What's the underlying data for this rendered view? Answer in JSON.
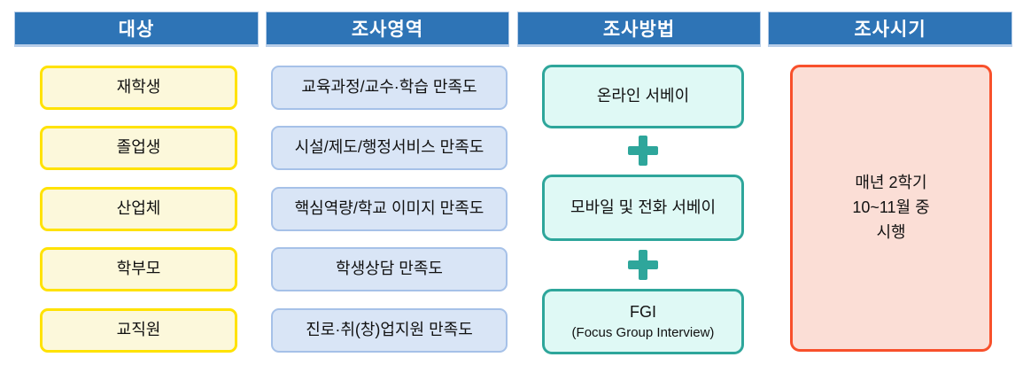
{
  "colors": {
    "header_bg": "#2E74B6",
    "header_text": "#FFFFFF",
    "target_fill": "#FCF8DB",
    "target_border": "#FFE200",
    "area_fill": "#D9E5F6",
    "area_border": "#A6C1E8",
    "method_fill": "#DFF9F5",
    "method_border": "#2EA69B",
    "plus_color": "#2EA69B",
    "timing_fill": "#FBDED6",
    "timing_border": "#F8502B",
    "body_text": "#111111"
  },
  "columns": [
    {
      "header": "대상",
      "items": [
        "재학생",
        "졸업생",
        "산업체",
        "학부모",
        "교직원"
      ]
    },
    {
      "header": "조사영역",
      "items": [
        "교육과정/교수·학습 만족도",
        "시설/제도/행정서비스 만족도",
        "핵심역량/학교 이미지 만족도",
        "학생상담 만족도",
        "진로·취(창)업지원 만족도"
      ]
    },
    {
      "header": "조사방법",
      "items": [
        "온라인 서베이",
        "모바일 및 전화 서베이"
      ],
      "fgi_title": "FGI",
      "fgi_subtitle": "(Focus Group Interview)"
    },
    {
      "header": "조사시기",
      "lines": [
        "매년 2학기",
        "10~11월 중",
        "시행"
      ]
    }
  ]
}
